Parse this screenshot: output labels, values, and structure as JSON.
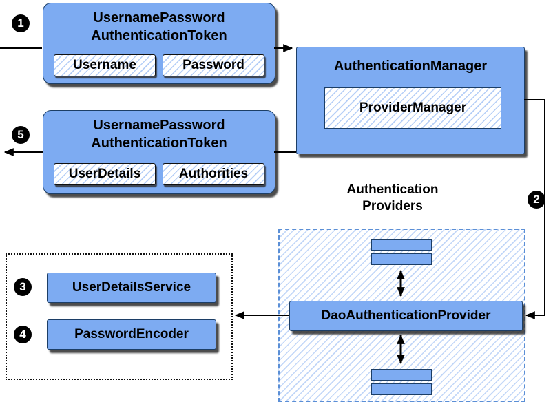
{
  "badges": {
    "step1": "1",
    "step2": "2",
    "step3": "3",
    "step4": "4",
    "step5": "5"
  },
  "token_request": {
    "title_line1": "UsernamePassword",
    "title_line2": "AuthenticationToken",
    "field1": "Username",
    "field2": "Password"
  },
  "authentication_manager": {
    "title": "AuthenticationManager",
    "provider_manager": "ProviderManager"
  },
  "token_result": {
    "title_line1": "UsernamePassword",
    "title_line2": "AuthenticationToken",
    "field1": "UserDetails",
    "field2": "Authorities"
  },
  "providers": {
    "label_line1": "Authentication",
    "label_line2": "Providers",
    "dao_provider": "DaoAuthenticationProvider"
  },
  "services": {
    "user_details_service": "UserDetailsService",
    "password_encoder": "PasswordEncoder"
  },
  "colors": {
    "box_fill": "#7dabf2",
    "box_border": "#1c3e66",
    "hatch_stripe": "#7aa7f0",
    "dashed_border": "#5b8fd6",
    "arrow": "#000000"
  }
}
